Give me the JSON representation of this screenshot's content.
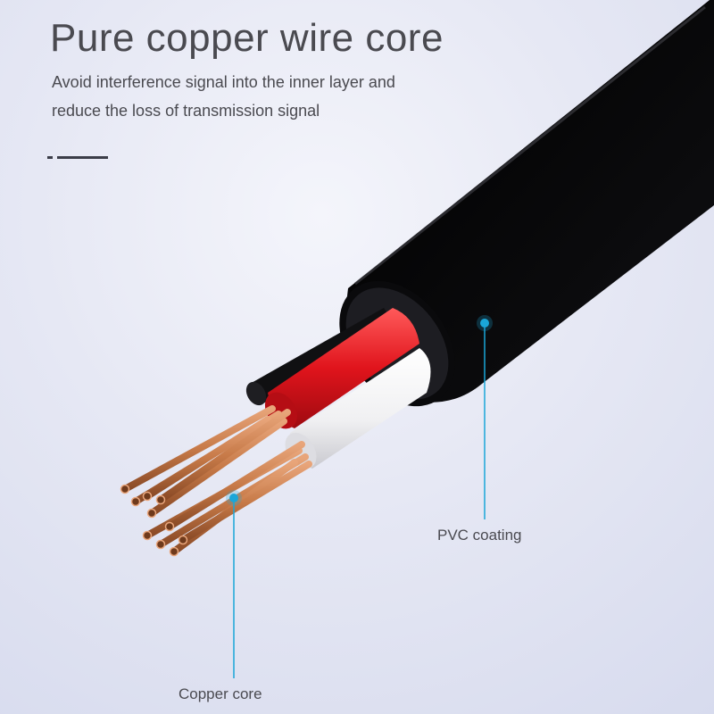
{
  "header": {
    "title": "Pure copper wire core",
    "subtitle_lines": [
      "Avoid interference signal into the inner layer and",
      "reduce the loss of transmission signal"
    ]
  },
  "callouts": {
    "pvc": "PVC coating",
    "copper": "Copper core"
  },
  "colors": {
    "jacket": "#0c0c0e",
    "red_insulation": "#e0141c",
    "white_insulation": "#f4f4f4",
    "copper": "#c77a48",
    "callout_line": "#1aa6d8",
    "text": "#4a4a50"
  },
  "icons": [
    "cable-illustration"
  ]
}
